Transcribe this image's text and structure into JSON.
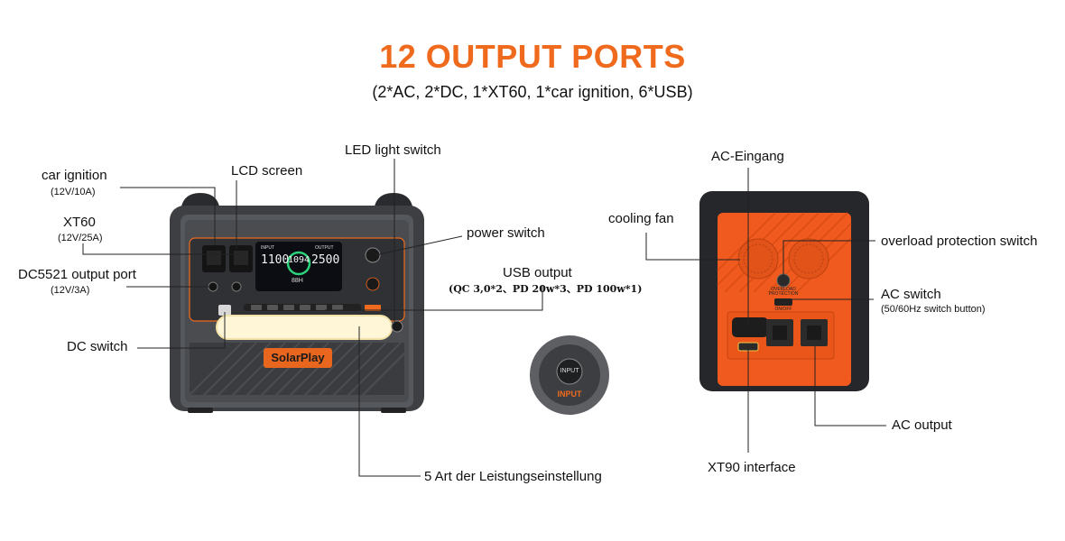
{
  "title": "12 OUTPUT PORTS",
  "subtitle": "(2*AC, 2*DC, 1*XT60, 1*car ignition, 6*USB)",
  "brand_text": "SolarPlay",
  "labels": {
    "car_ignition": "car ignition",
    "car_ignition_spec": "(12V/10A)",
    "xt60": "XT60",
    "xt60_spec": "(12V/25A)",
    "dc5521": "DC5521 output port",
    "dc5521_spec": "(12V/3A)",
    "dc_switch": "DC switch",
    "lcd_screen": "LCD screen",
    "led_switch": "LED light switch",
    "power_switch": "power switch",
    "usb_output": "USB output",
    "usb_output_spec": "(QC 3,0*2、PD 20w*3、PD 100w*1)",
    "power_setting": "5 Art der Leistungseinstellung",
    "ac_input": "AC-Eingang",
    "cooling_fan": "cooling fan",
    "overload_switch": "overload protection switch",
    "ac_switch": "AC switch",
    "ac_switch_spec": "(50/60Hz switch button)",
    "ac_output": "AC output",
    "xt90": "XT90 interface"
  },
  "dial": {
    "center_text": "INPUT",
    "bottom_text": "INPUT"
  },
  "lcd": {
    "input_label": "INPUT",
    "input_value": "1100",
    "battery_value": "1094",
    "output_label": "OUTPUT",
    "output_value": "2500",
    "time_text": "88H"
  },
  "back_panel": {
    "overload_text": "OVERLOAD PROTECTION",
    "onoff_text": "ON/OFF"
  },
  "colors": {
    "accent": "#f06a1d",
    "body_dark": "#3d3f42",
    "body_panel": "#2c2d30",
    "orange_panel": "#f05a1e"
  }
}
